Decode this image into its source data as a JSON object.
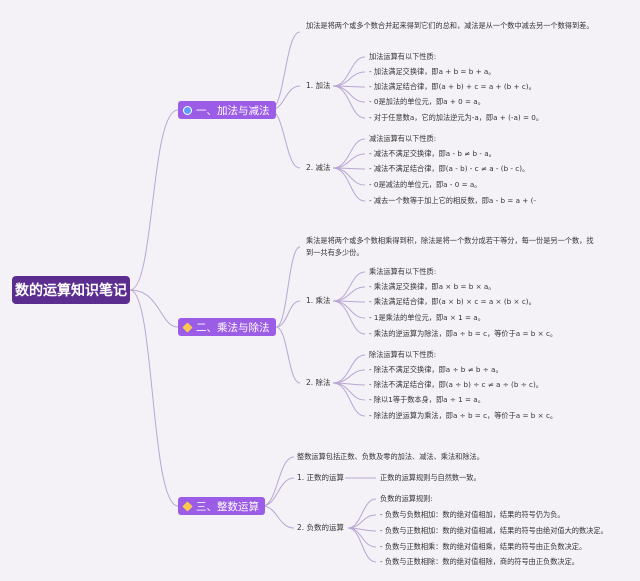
{
  "root": "数的运算知识笔记",
  "branch1": {
    "label": "一、加法与减法",
    "intro": "加法是将两个或多个数合并起来得到它们的总和，减法是从一个数中减去另一个数得到差。",
    "add": {
      "label": "1. 加法",
      "items": [
        "加法运算有以下性质:",
        "- 加法满足交换律，即a + b = b + a。",
        "- 加法满足结合律，即(a + b) + c = a + (b + c)。",
        "- 0是加法的单位元，即a + 0 = a。",
        "- 对于任意数a，它的加法逆元为-a，即a + (-a) = 0。"
      ]
    },
    "sub": {
      "label": "2. 减法",
      "items": [
        "减法运算有以下性质:",
        "- 减法不满足交换律，即a - b ≠ b - a。",
        "- 减法不满足结合律，即(a - b) - c ≠ a - (b - c)。",
        "- 0是减法的单位元，即a - 0 = a。",
        "- 减去一个数等于加上它的相反数，即a - b = a + (-"
      ]
    }
  },
  "branch2": {
    "label": "二、乘法与除法",
    "intro": "乘法是将两个或多个数相乘得到积，除法是将一个数分成若干等分，每一份是另一个数，找到一共有多少份。",
    "mul": {
      "label": "1. 乘法",
      "items": [
        "乘法运算有以下性质:",
        "- 乘法满足交换律，即a × b = b × a。",
        "- 乘法满足结合律，即(a × b) × c = a × (b × c)。",
        "- 1是乘法的单位元，即a × 1 = a。",
        "- 乘法的逆运算为除法，即a ÷ b = c，等价于a = b × c。"
      ]
    },
    "div": {
      "label": "2. 除法",
      "items": [
        "除法运算有以下性质:",
        "- 除法不满足交换律，即a ÷ b ≠ b ÷ a。",
        "- 除法不满足结合律，即(a ÷ b) ÷ c ≠ a ÷ (b ÷ c)。",
        "- 除以1等于数本身，即a ÷ 1 = a。",
        "- 除法的逆运算为乘法，即a ÷ b = c，等价于a = b × c。"
      ]
    }
  },
  "branch3": {
    "label": "三、整数运算",
    "intro": "整数运算包括正数、负数及零的加法、减法、乘法和除法。",
    "pos": {
      "label": "1. 正数的运算",
      "items": [
        "正数的运算规则与自然数一致。"
      ]
    },
    "neg": {
      "label": "2. 负数的运算",
      "items": [
        "负数的运算规则:",
        "- 负数与负数相加：数的绝对值相加，结果的符号仍为负。",
        "- 负数与正数相加：数的绝对值相减，结果的符号由绝对值大的数决定。",
        "- 负数与正数相乘：数的绝对值相乘，结果的符号由正负数决定。",
        "- 负数与正数相除：数的绝对值相除，商的符号由正负数决定。"
      ]
    }
  },
  "colors": {
    "root": "#5b2d8e",
    "branch": "#9b5de5",
    "line": "#b9a6d4"
  },
  "icons": [
    "blue-circle-icon",
    "gem-icon",
    "gem-icon"
  ]
}
